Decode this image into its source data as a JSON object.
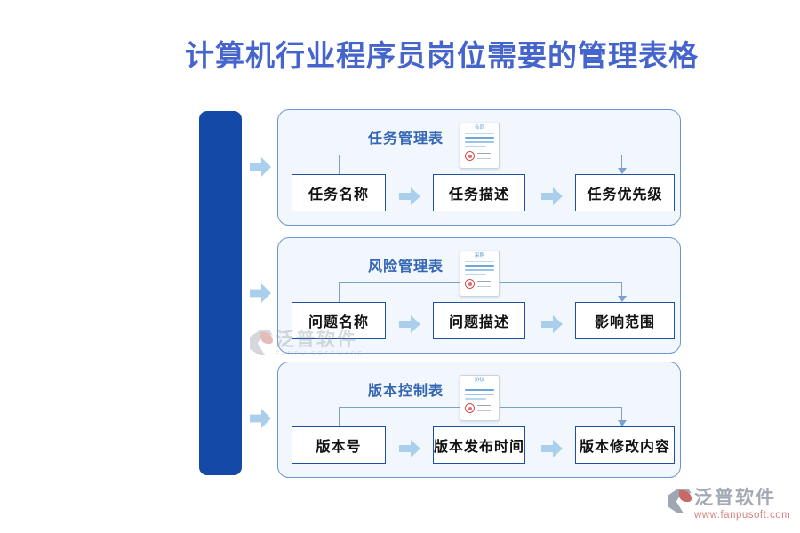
{
  "page": {
    "title": "计算机行业程序员岗位需要的管理表格",
    "colors": {
      "title_text": "#4565cd",
      "accent_bar": "#1549a8",
      "flow_arrow": "#a9cfec",
      "panel_border": "#6b96cc",
      "panel_bg": "#f1f7fd",
      "panel_title_text": "#3466b4",
      "box_border": "#1f4fa0",
      "connector": "#7aa0cc",
      "stamp_red": "#d34a4a",
      "watermark_url_red": "#cf6b6b"
    }
  },
  "panels": [
    {
      "title": "任务管理表",
      "doc_label": "合同",
      "boxes": [
        "任务名称",
        "任务描述",
        "任务优先级"
      ]
    },
    {
      "title": "风险管理表",
      "doc_label": "采购",
      "boxes": [
        "问题名称",
        "问题描述",
        "影响范围"
      ]
    },
    {
      "title": "版本控制表",
      "doc_label": "协议",
      "boxes": [
        "版本号",
        "版本发布时间",
        "版本修改内容"
      ]
    }
  ],
  "watermarks": {
    "center": {
      "brand": "泛普软件",
      "sub": "FANPU SOFTWARE"
    },
    "bottom_right": {
      "brand": "泛普软件",
      "url": "www.fanpusoft.com"
    }
  }
}
